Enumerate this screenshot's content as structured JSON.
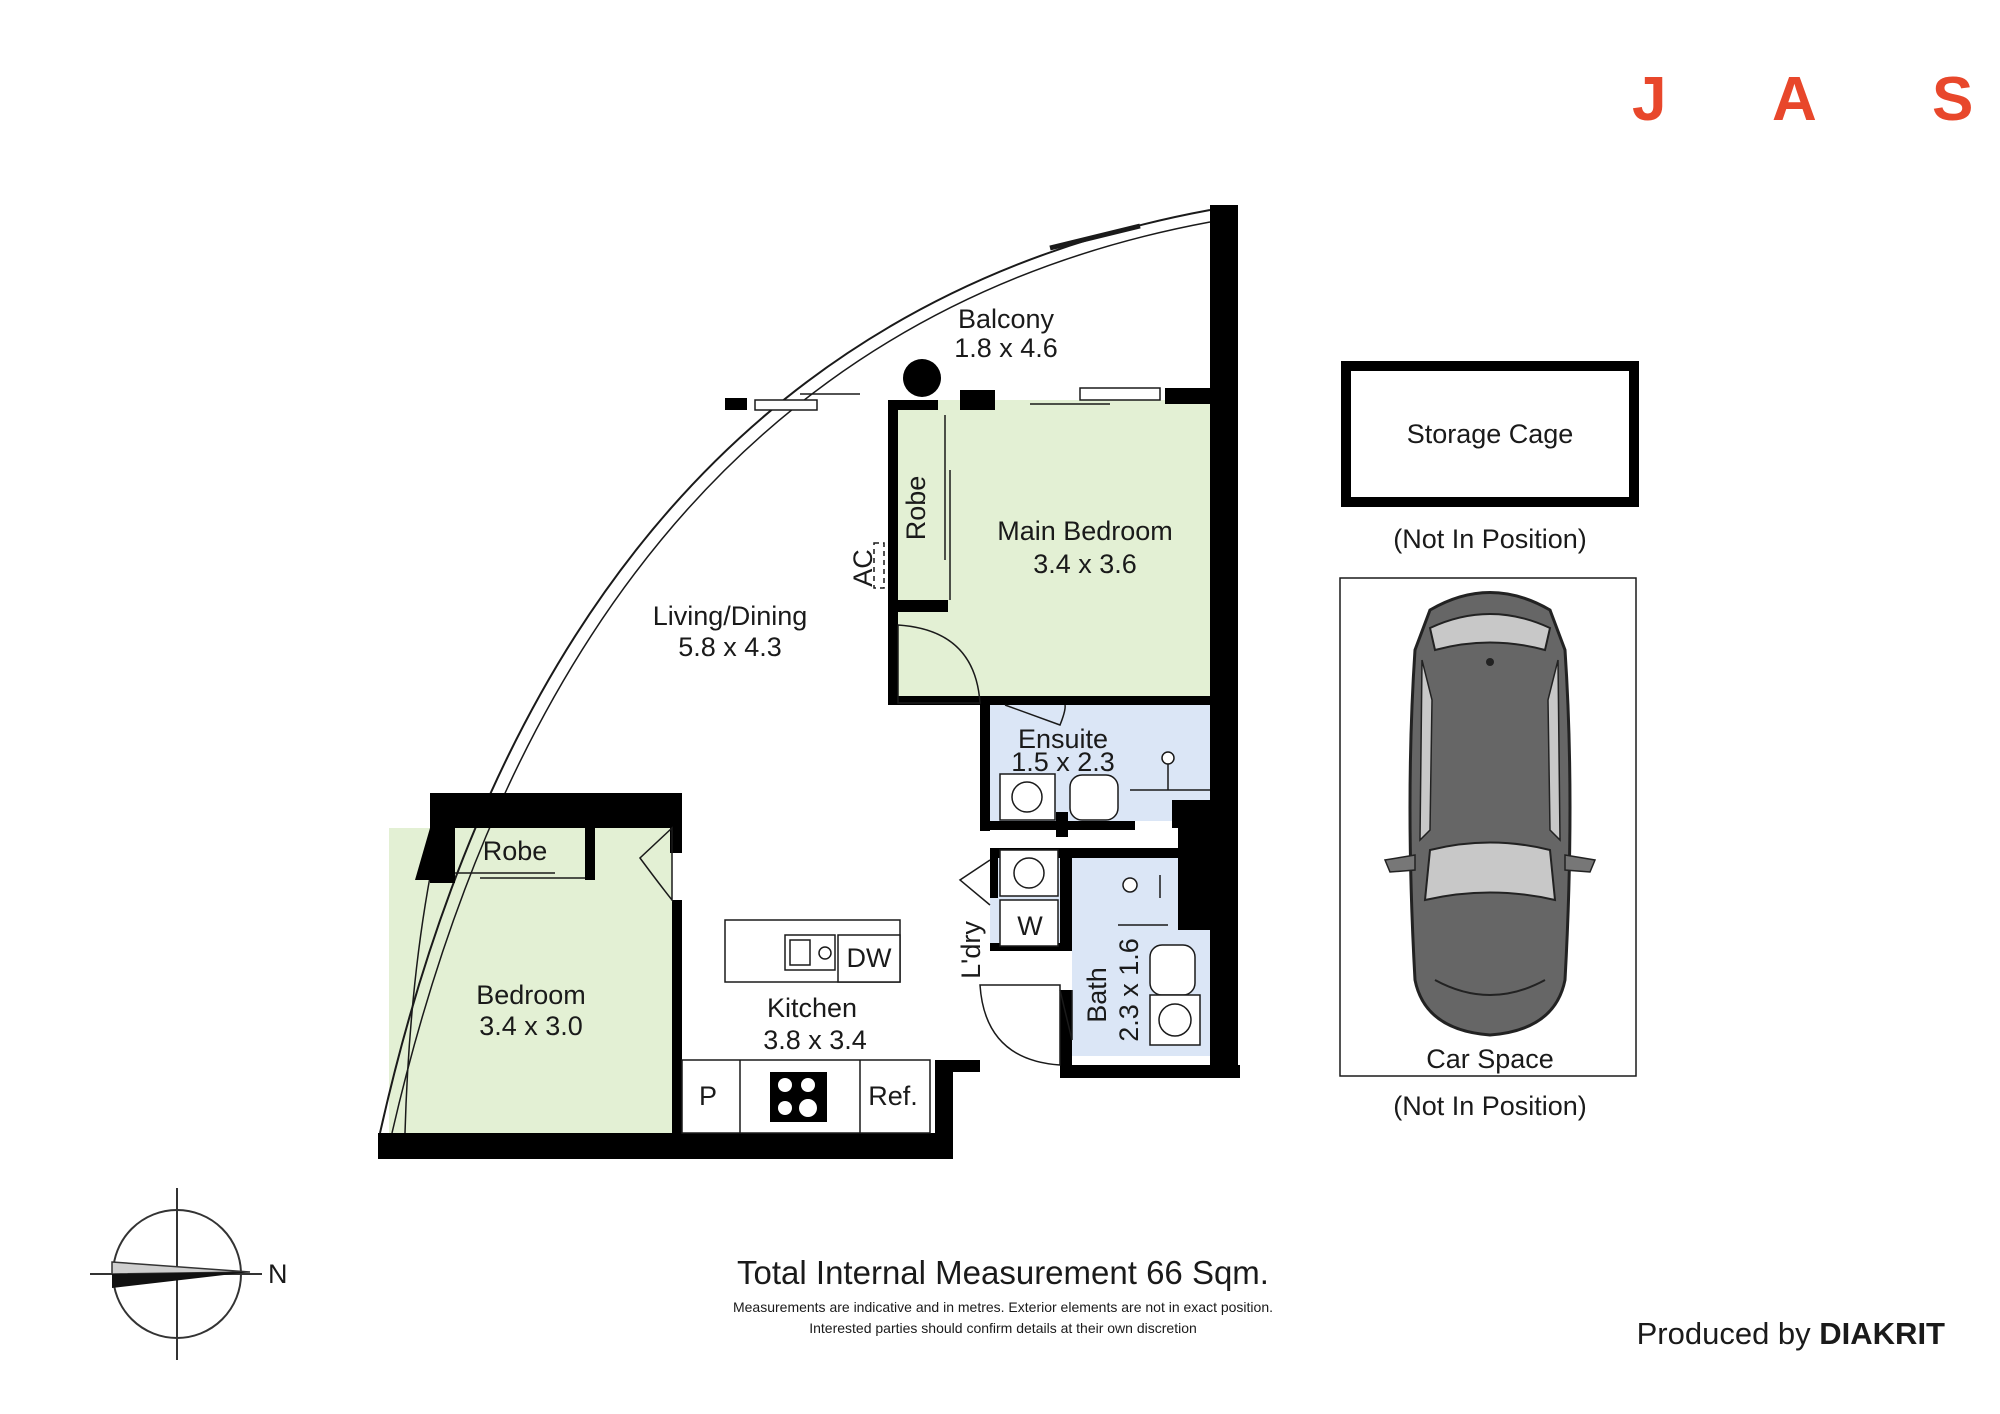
{
  "brand": {
    "logo_letters": [
      "J",
      "A",
      "S"
    ],
    "logo_color": "#e8472b"
  },
  "rooms": {
    "balcony": {
      "name": "Balcony",
      "size": "1.8 x 4.6"
    },
    "main_bedroom": {
      "name": "Main Bedroom",
      "size": "3.4 x 3.6"
    },
    "robe_main": {
      "name": "Robe"
    },
    "living_dining": {
      "name": "Living/Dining",
      "size": "5.8 x 4.3"
    },
    "ac": {
      "name": "AC"
    },
    "ensuite": {
      "name": "Ensuite",
      "size": "1.5 x 2.3"
    },
    "robe_bed": {
      "name": "Robe"
    },
    "bedroom": {
      "name": "Bedroom",
      "size": "3.4 x 3.0"
    },
    "kitchen": {
      "name": "Kitchen",
      "size": "3.8 x 3.4"
    },
    "laundry": {
      "name": "L'dry"
    },
    "bath": {
      "name": "Bath",
      "size": "2.3 x 1.6"
    }
  },
  "fixtures": {
    "dishwasher": "DW",
    "washer": "W",
    "pantry": "P",
    "fridge": "Ref."
  },
  "extras": {
    "storage": {
      "name": "Storage Cage",
      "note": "(Not In Position)"
    },
    "car": {
      "name": "Car Space",
      "note": "(Not In Position)"
    }
  },
  "compass": {
    "label": "N"
  },
  "footer": {
    "total": "Total Internal Measurement 66 Sqm.",
    "disclaimer_1": "Measurements are indicative and in metres. Exterior elements are not in exact position.",
    "disclaimer_2": "Interested parties should confirm details at their own discretion",
    "produced_prefix": "Produced by ",
    "produced_brand": "DIAKRIT"
  },
  "colors": {
    "bedroom_fill": "#e3f0d4",
    "wet_area_fill": "#dbe6f6",
    "wall": "#000000"
  }
}
